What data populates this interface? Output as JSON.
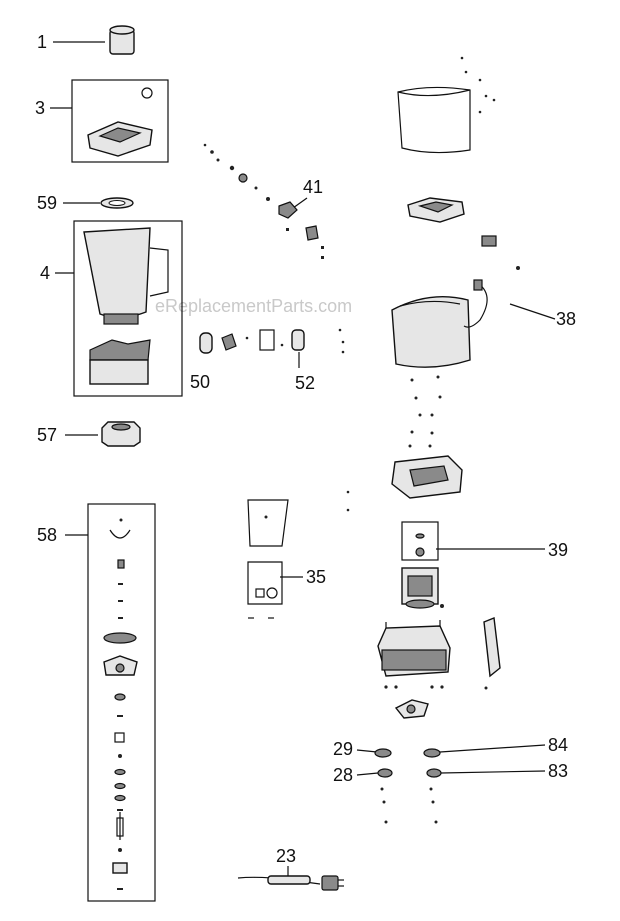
{
  "watermark": "eReplacementParts.com",
  "labels": {
    "p1": "1",
    "p3": "3",
    "p59": "59",
    "p4": "4",
    "p57": "57",
    "p58": "58",
    "p50": "50",
    "p52": "52",
    "p41": "41",
    "p38": "38",
    "p39": "39",
    "p35": "35",
    "p29": "29",
    "p28": "28",
    "p84": "84",
    "p83": "83",
    "p23": "23"
  }
}
